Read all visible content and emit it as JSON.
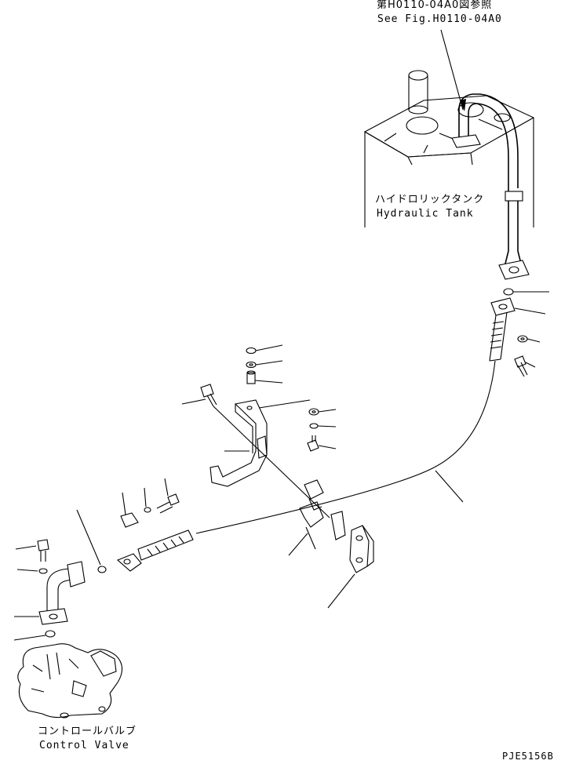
{
  "reference": {
    "jp": "第H0110-04A0図参照",
    "en": "See Fig.H0110-04A0"
  },
  "hydraulic_tank": {
    "jp": "ハイドロリックタンク",
    "en": "Hydraulic Tank"
  },
  "control_valve": {
    "jp": "コントロールバルブ",
    "en": "Control Valve"
  },
  "drawing_number": "PJE5156B",
  "icons": [
    "hydraulic-tank-icon",
    "control-valve-icon",
    "hose-icon",
    "bracket-icon",
    "bolt-icon",
    "washer-icon",
    "o-ring-icon",
    "elbow-icon",
    "clamp-icon",
    "flange-icon"
  ],
  "colors": {
    "line": "#000000",
    "background": "#ffffff"
  }
}
